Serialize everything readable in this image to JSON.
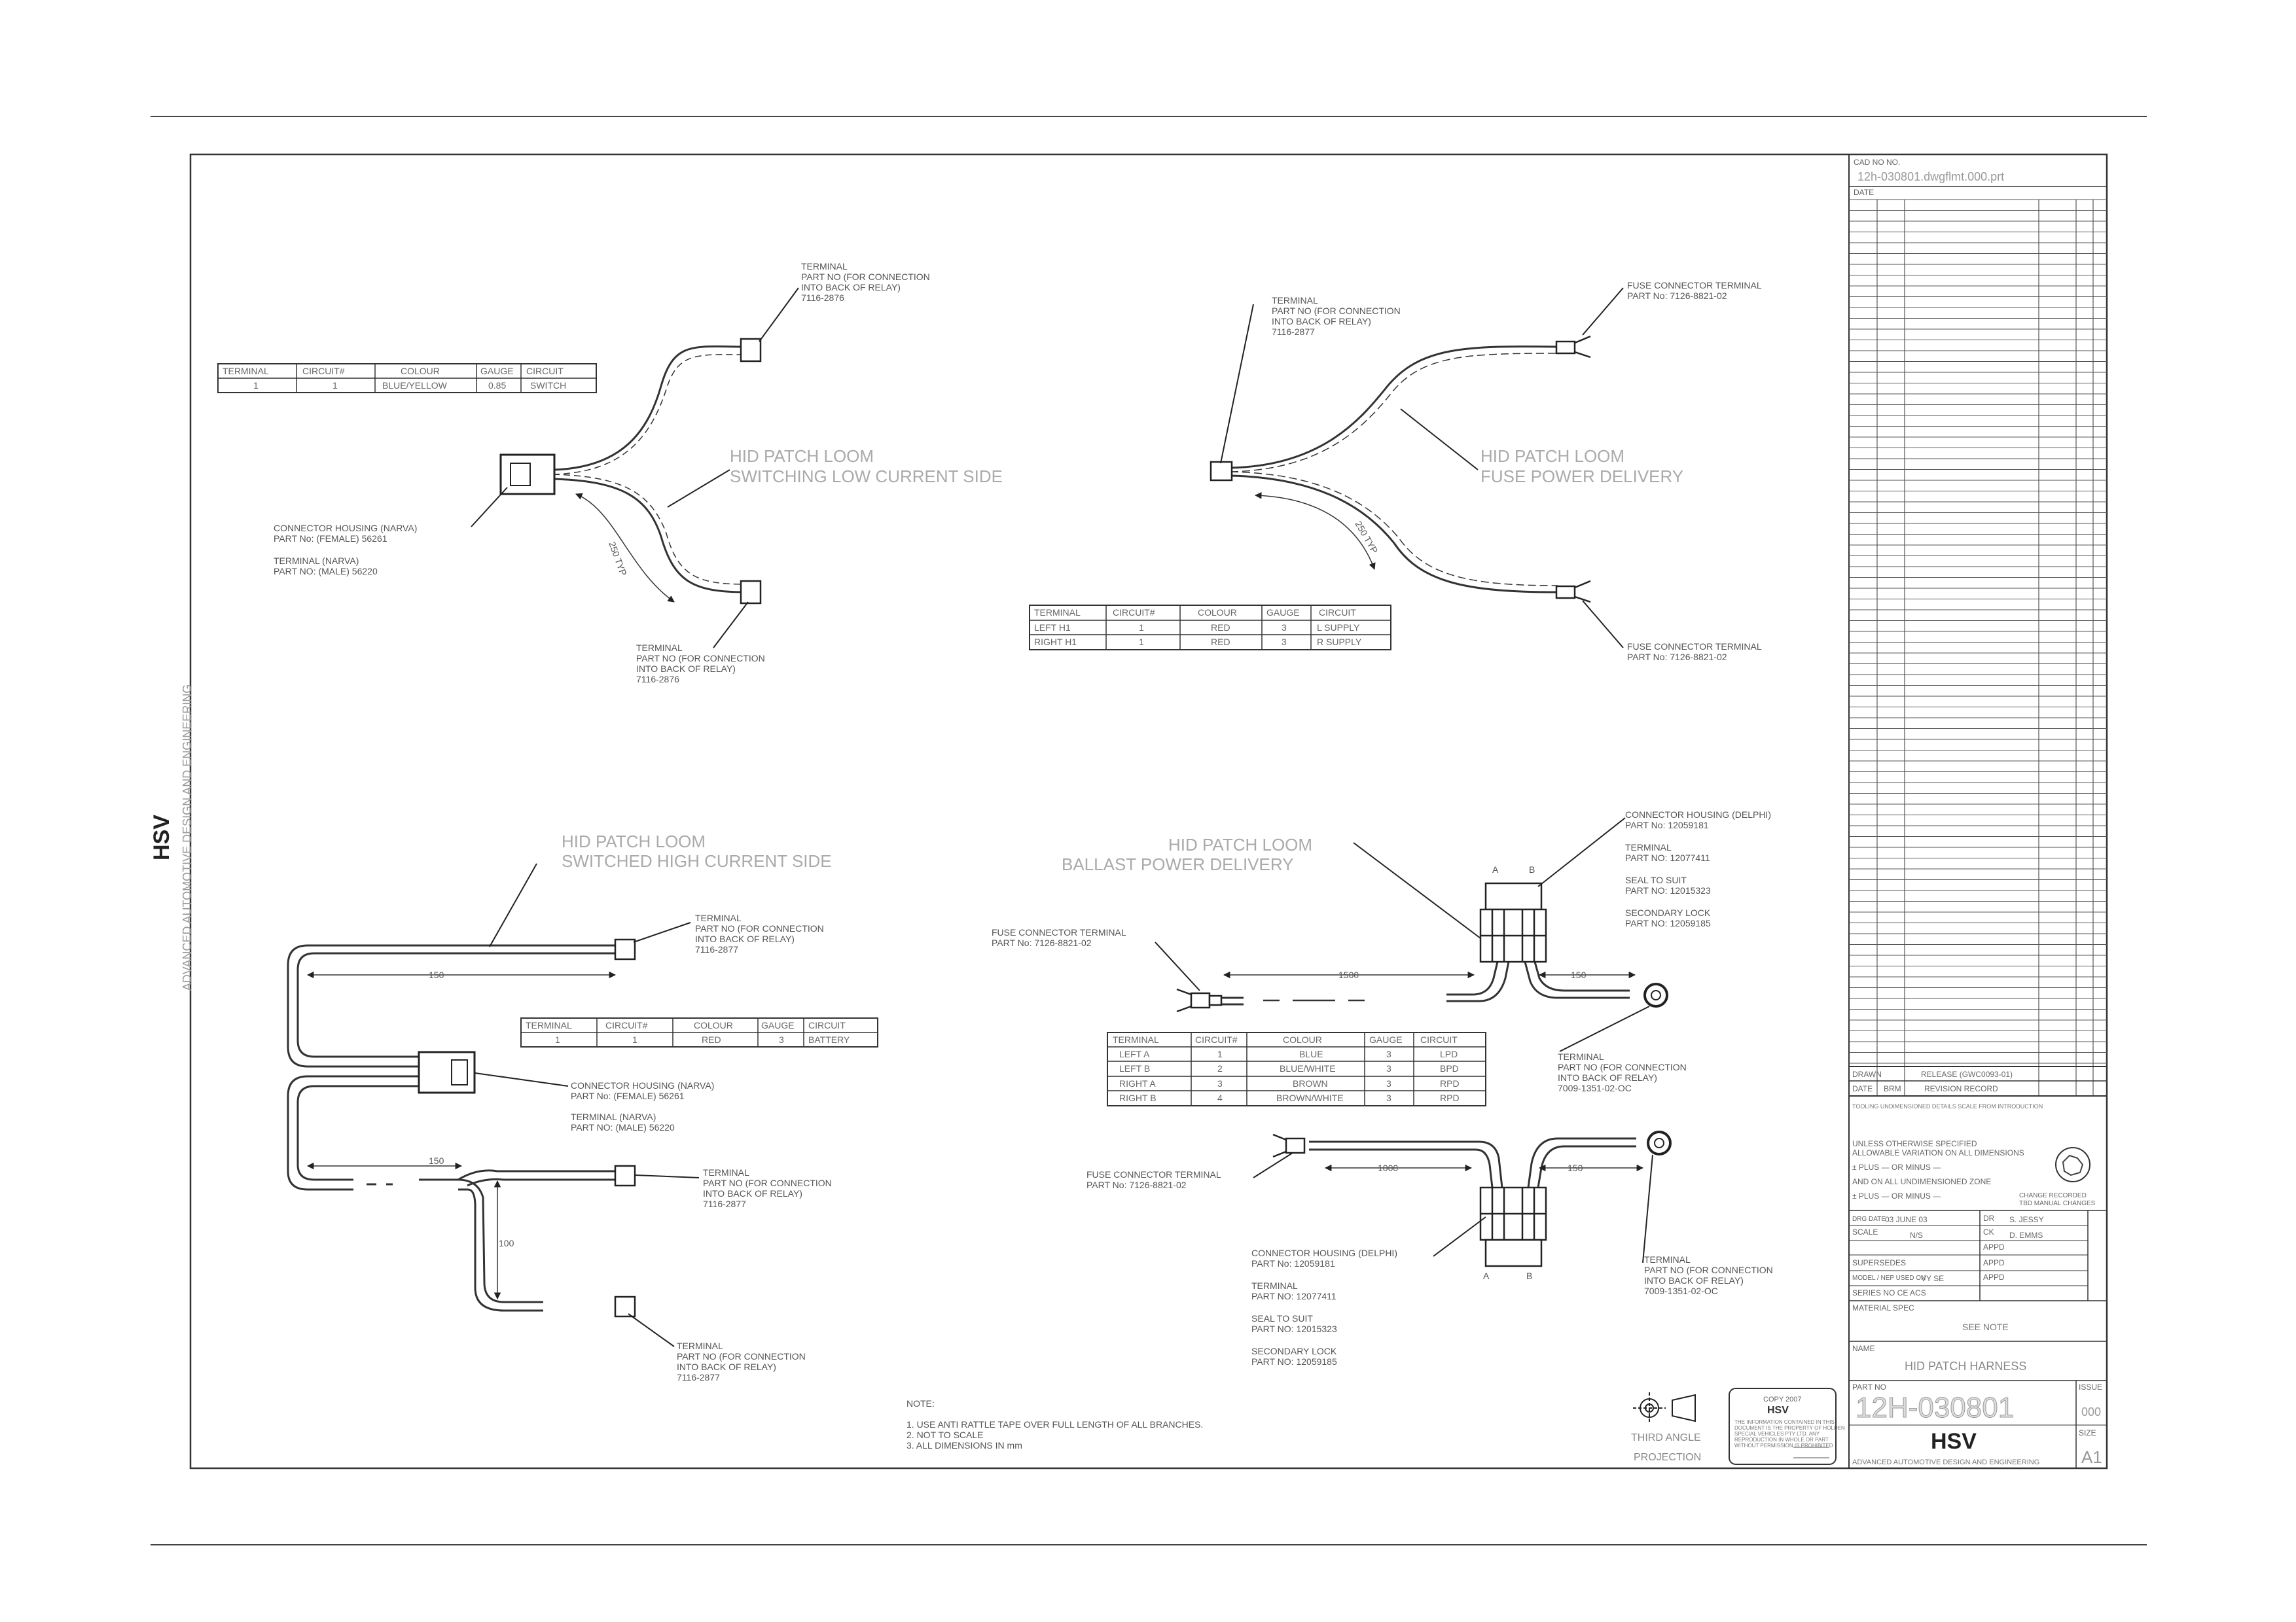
{
  "sheet": {
    "cad_no_label": "CAD NO NO.",
    "cad_file": "12h-030801.dwgflmt.000.prt",
    "date_label": "DATE",
    "side_brand": "HSV",
    "side_tagline": "ADVANCED AUTOMOTIVE DESIGN AND ENGINEERING"
  },
  "views": {
    "low_current": {
      "title1": "HID PATCH LOOM",
      "title2": "SWITCHING LOW CURRENT SIDE",
      "term_top": [
        "TERMINAL",
        "PART NO (FOR CONNECTION",
        "INTO BACK OF RELAY)",
        "7116-2876"
      ],
      "term_bottom": [
        "TERMINAL",
        "PART NO (FOR CONNECTION",
        "INTO BACK OF RELAY)",
        "7116-2876"
      ],
      "housing": [
        "CONNECTOR HOUSING (NARVA)",
        "PART No: (FEMALE) 56261"
      ],
      "housing_term": [
        "TERMINAL (NARVA)",
        "PART NO: (MALE) 56220"
      ],
      "dim": "250 TYP",
      "table_headers": [
        "TERMINAL",
        "CIRCUIT#",
        "COLOUR",
        "GAUGE",
        "CIRCUIT"
      ],
      "table_rows": [
        [
          "1",
          "1",
          "BLUE/YELLOW",
          "0.85",
          "SWITCH"
        ]
      ]
    },
    "fuse_power": {
      "title1": "HID PATCH LOOM",
      "title2": "FUSE POWER DELIVERY",
      "term_left": [
        "TERMINAL",
        "PART NO (FOR CONNECTION",
        "INTO BACK OF RELAY)",
        "7116-2877"
      ],
      "fuse_top": [
        "FUSE CONNECTOR TERMINAL",
        "PART No: 7126-8821-02"
      ],
      "fuse_bottom": [
        "FUSE CONNECTOR TERMINAL",
        "PART No: 7126-8821-02"
      ],
      "dim": "250 TYP",
      "table_headers": [
        "TERMINAL",
        "CIRCUIT#",
        "COLOUR",
        "GAUGE",
        "CIRCUIT"
      ],
      "table_rows": [
        [
          "LEFT H1",
          "1",
          "RED",
          "3",
          "L SUPPLY"
        ],
        [
          "RIGHT H1",
          "1",
          "RED",
          "3",
          "R SUPPLY"
        ]
      ]
    },
    "high_current": {
      "title1": "HID PATCH LOOM",
      "title2": "SWITCHED HIGH CURRENT SIDE",
      "term_top": [
        "TERMINAL",
        "PART NO (FOR CONNECTION",
        "INTO BACK OF RELAY)",
        "7116-2877"
      ],
      "term_mid": [
        "TERMINAL",
        "PART NO (FOR CONNECTION",
        "INTO BACK OF RELAY)",
        "7116-2877"
      ],
      "term_bottom": [
        "TERMINAL",
        "PART NO (FOR CONNECTION",
        "INTO BACK OF RELAY)",
        "7116-2877"
      ],
      "housing": [
        "CONNECTOR HOUSING (NARVA)",
        "PART No: (FEMALE) 56261"
      ],
      "housing_term": [
        "TERMINAL (NARVA)",
        "PART NO: (MALE) 56220"
      ],
      "dim_top": "150",
      "dim_mid": "150",
      "dim_vert": "100",
      "table_headers": [
        "TERMINAL",
        "CIRCUIT#",
        "COLOUR",
        "GAUGE",
        "CIRCUIT"
      ],
      "table_rows": [
        [
          "1",
          "1",
          "RED",
          "3",
          "BATTERY"
        ]
      ]
    },
    "ballast": {
      "title1": "HID PATCH LOOM",
      "title2": "BALLAST POWER DELIVERY",
      "fuse_top": [
        "FUSE CONNECTOR TERMINAL",
        "PART No: 7126-8821-02"
      ],
      "fuse_bottom": [
        "FUSE CONNECTOR TERMINAL",
        "PART No: 7126-8821-02"
      ],
      "deutsch_top": [
        "CONNECTOR HOUSING (DELPHI)",
        "PART No: 12059181",
        "",
        "TERMINAL",
        "PART NO: 12077411",
        "",
        "SEAL TO SUIT",
        "PART NO: 12015323",
        "",
        "SECONDARY LOCK",
        "PART NO: 12059185"
      ],
      "deutsch_bottom": [
        "CONNECTOR HOUSING (DELPHI)",
        "PART No: 12059181",
        "",
        "TERMINAL",
        "PART NO: 12077411",
        "",
        "SEAL TO SUIT",
        "PART NO: 12015323",
        "",
        "SECONDARY LOCK",
        "PART NO: 12059185"
      ],
      "ring_top": [
        "TERMINAL",
        "PART NO (FOR CONNECTION",
        "INTO BACK OF RELAY)",
        "7009-1351-02-OC"
      ],
      "ring_bottom": [
        "TERMINAL",
        "PART NO (FOR CONNECTION",
        "INTO BACK OF RELAY)",
        "7009-1351-02-OC"
      ],
      "pin_a": "A",
      "pin_b": "B",
      "dim_1500": "1500",
      "dim_150a": "150",
      "dim_1000": "1000",
      "dim_150b": "150",
      "table_headers": [
        "TERMINAL",
        "CIRCUIT#",
        "COLOUR",
        "GAUGE",
        "CIRCUIT"
      ],
      "table_rows": [
        [
          "LEFT A",
          "1",
          "BLUE",
          "3",
          "LPD"
        ],
        [
          "LEFT B",
          "2",
          "BLUE/WHITE",
          "3",
          "BPD"
        ],
        [
          "RIGHT A",
          "3",
          "BROWN",
          "3",
          "RPD"
        ],
        [
          "RIGHT B",
          "4",
          "BROWN/WHITE",
          "3",
          "RPD"
        ]
      ]
    }
  },
  "notes": {
    "title": "NOTE:",
    "items": [
      "1. USE ANTI RATTLE TAPE OVER FULL LENGTH OF ALL BRANCHES.",
      "2. NOT TO SCALE",
      "3. ALL DIMENSIONS IN mm"
    ]
  },
  "projection": {
    "line1": "THIRD ANGLE",
    "line2": "PROJECTION"
  },
  "copy_box": {
    "title": "COPY 2007",
    "body": [
      "THE INFORMATION CONTAINED IN THIS",
      "DOCUMENT IS THE PROPERTY OF HOLDEN",
      "SPECIAL VEHICLES PTY LTD. ANY",
      "REPRODUCTION IN WHOLE OR PART",
      "WITHOUT PERMISSION IS PROHIBITED"
    ]
  },
  "title_block": {
    "drawn": "DRAWN",
    "release": "RELEASE (GWC0093-01)",
    "date": "DATE",
    "brm": "BRM",
    "revision_record": "REVISION RECORD",
    "note_scale": "TOOLING UNDIMENSIONED DETAILS SCALE FROM INTRODUCTION",
    "tol_lines": [
      "UNLESS OTHERWISE SPECIFIED",
      "ALLOWABLE VARIATION ON ALL DIMENSIONS",
      "± PLUS — OR MINUS —",
      "AND ON ALL UNDIMENSIONED ZONE",
      "± PLUS — OR MINUS —"
    ],
    "change_note": [
      "CHANGE RECORDED",
      "TBD MANUAL CHANGES"
    ],
    "drg_date_label": "DRG DATE",
    "drg_date": "03 JUNE 03",
    "dr_label": "DR",
    "dr": "S. JESSY",
    "scale_label": "SCALE",
    "scale": "N/S",
    "ck_label": "CK",
    "ck": "D. EMMS",
    "appd": "APPD",
    "supersedes": "SUPERSEDES",
    "model_label": "MODEL / NEP USED ON",
    "model": "VY SE",
    "series": "SERIES NO  CE        ACS",
    "material_label": "MATERIAL SPEC",
    "material": "SEE NOTE",
    "name_label": "NAME",
    "name": "HID PATCH HARNESS",
    "part_label": "PART NO",
    "part_no": "12H-030801",
    "issue_label": "ISSUE",
    "issue": "000",
    "size_label": "SIZE",
    "size": "A1",
    "brand": "HSV",
    "company": "ADVANCED AUTOMOTIVE DESIGN AND ENGINEERING"
  }
}
